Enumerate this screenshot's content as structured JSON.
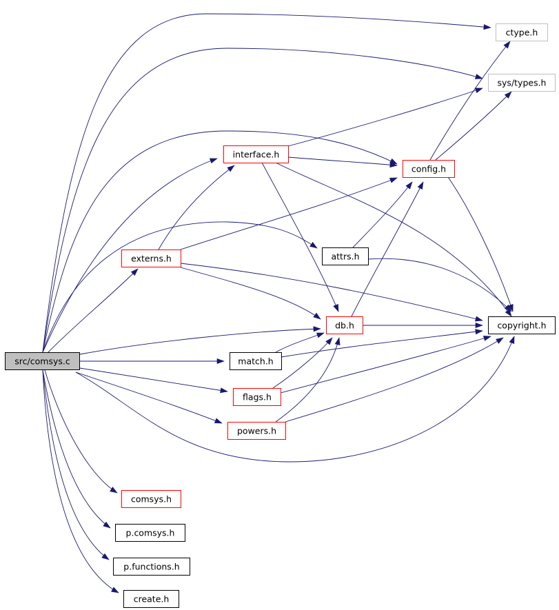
{
  "graph": {
    "nodes": [
      {
        "id": "src_comsys_c",
        "label": "src/comsys.c",
        "kind": "root"
      },
      {
        "id": "ctype_h",
        "label": "ctype.h",
        "kind": "grey"
      },
      {
        "id": "sys_types_h",
        "label": "sys/types.h",
        "kind": "grey"
      },
      {
        "id": "interface_h",
        "label": "interface.h",
        "kind": "red"
      },
      {
        "id": "config_h",
        "label": "config.h",
        "kind": "red"
      },
      {
        "id": "externs_h",
        "label": "externs.h",
        "kind": "red"
      },
      {
        "id": "attrs_h",
        "label": "attrs.h",
        "kind": "plain"
      },
      {
        "id": "db_h",
        "label": "db.h",
        "kind": "red"
      },
      {
        "id": "copyright_h",
        "label": "copyright.h",
        "kind": "plain"
      },
      {
        "id": "match_h",
        "label": "match.h",
        "kind": "plain"
      },
      {
        "id": "flags_h",
        "label": "flags.h",
        "kind": "red"
      },
      {
        "id": "powers_h",
        "label": "powers.h",
        "kind": "red"
      },
      {
        "id": "comsys_h",
        "label": "comsys.h",
        "kind": "red"
      },
      {
        "id": "p_comsys_h",
        "label": "p.comsys.h",
        "kind": "plain"
      },
      {
        "id": "p_functions_h",
        "label": "p.functions.h",
        "kind": "plain"
      },
      {
        "id": "create_h",
        "label": "create.h",
        "kind": "plain"
      }
    ],
    "edges": [
      {
        "from": "src_comsys_c",
        "to": "ctype_h"
      },
      {
        "from": "src_comsys_c",
        "to": "sys_types_h"
      },
      {
        "from": "src_comsys_c",
        "to": "config_h"
      },
      {
        "from": "src_comsys_c",
        "to": "interface_h"
      },
      {
        "from": "src_comsys_c",
        "to": "attrs_h"
      },
      {
        "from": "src_comsys_c",
        "to": "externs_h"
      },
      {
        "from": "src_comsys_c",
        "to": "db_h"
      },
      {
        "from": "src_comsys_c",
        "to": "match_h"
      },
      {
        "from": "src_comsys_c",
        "to": "flags_h"
      },
      {
        "from": "src_comsys_c",
        "to": "powers_h"
      },
      {
        "from": "src_comsys_c",
        "to": "copyright_h"
      },
      {
        "from": "src_comsys_c",
        "to": "comsys_h"
      },
      {
        "from": "src_comsys_c",
        "to": "p_comsys_h"
      },
      {
        "from": "src_comsys_c",
        "to": "p_functions_h"
      },
      {
        "from": "src_comsys_c",
        "to": "create_h"
      },
      {
        "from": "interface_h",
        "to": "sys_types_h"
      },
      {
        "from": "interface_h",
        "to": "config_h"
      },
      {
        "from": "interface_h",
        "to": "copyright_h"
      },
      {
        "from": "interface_h",
        "to": "db_h"
      },
      {
        "from": "config_h",
        "to": "ctype_h"
      },
      {
        "from": "config_h",
        "to": "sys_types_h"
      },
      {
        "from": "config_h",
        "to": "copyright_h"
      },
      {
        "from": "externs_h",
        "to": "interface_h"
      },
      {
        "from": "externs_h",
        "to": "config_h"
      },
      {
        "from": "externs_h",
        "to": "db_h"
      },
      {
        "from": "externs_h",
        "to": "copyright_h"
      },
      {
        "from": "attrs_h",
        "to": "config_h"
      },
      {
        "from": "attrs_h",
        "to": "copyright_h"
      },
      {
        "from": "db_h",
        "to": "config_h"
      },
      {
        "from": "db_h",
        "to": "copyright_h"
      },
      {
        "from": "match_h",
        "to": "db_h"
      },
      {
        "from": "match_h",
        "to": "copyright_h"
      },
      {
        "from": "flags_h",
        "to": "db_h"
      },
      {
        "from": "flags_h",
        "to": "copyright_h"
      },
      {
        "from": "powers_h",
        "to": "db_h"
      },
      {
        "from": "powers_h",
        "to": "copyright_h"
      }
    ]
  }
}
